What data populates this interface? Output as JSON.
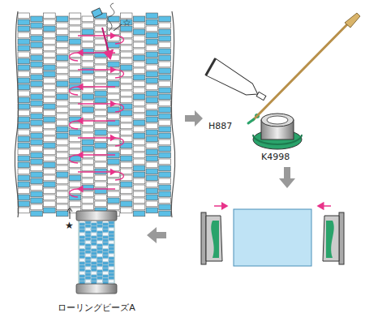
{
  "diagram": {
    "labels": [
      "☆",
      "★",
      "H887",
      "K4998",
      "ローリングビーズA"
    ]
  }
}
